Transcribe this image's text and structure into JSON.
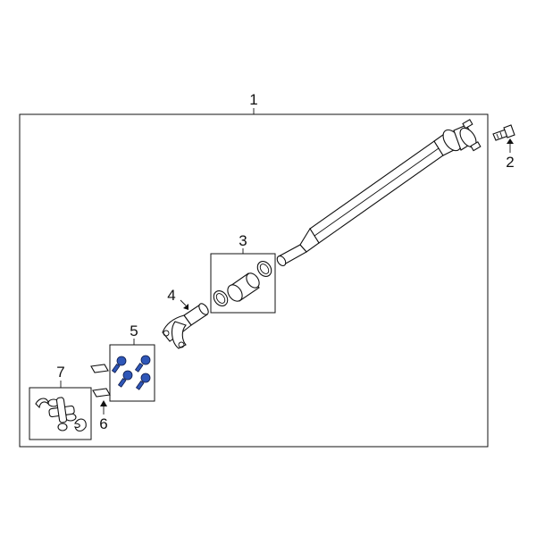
{
  "callouts": {
    "c1": "1",
    "c2": "2",
    "c3": "3",
    "c4": "4",
    "c5": "5",
    "c6": "6",
    "c7": "7"
  },
  "colors": {
    "line": "#111111",
    "bolt_blue": "#2f57b8",
    "background": "#ffffff"
  }
}
